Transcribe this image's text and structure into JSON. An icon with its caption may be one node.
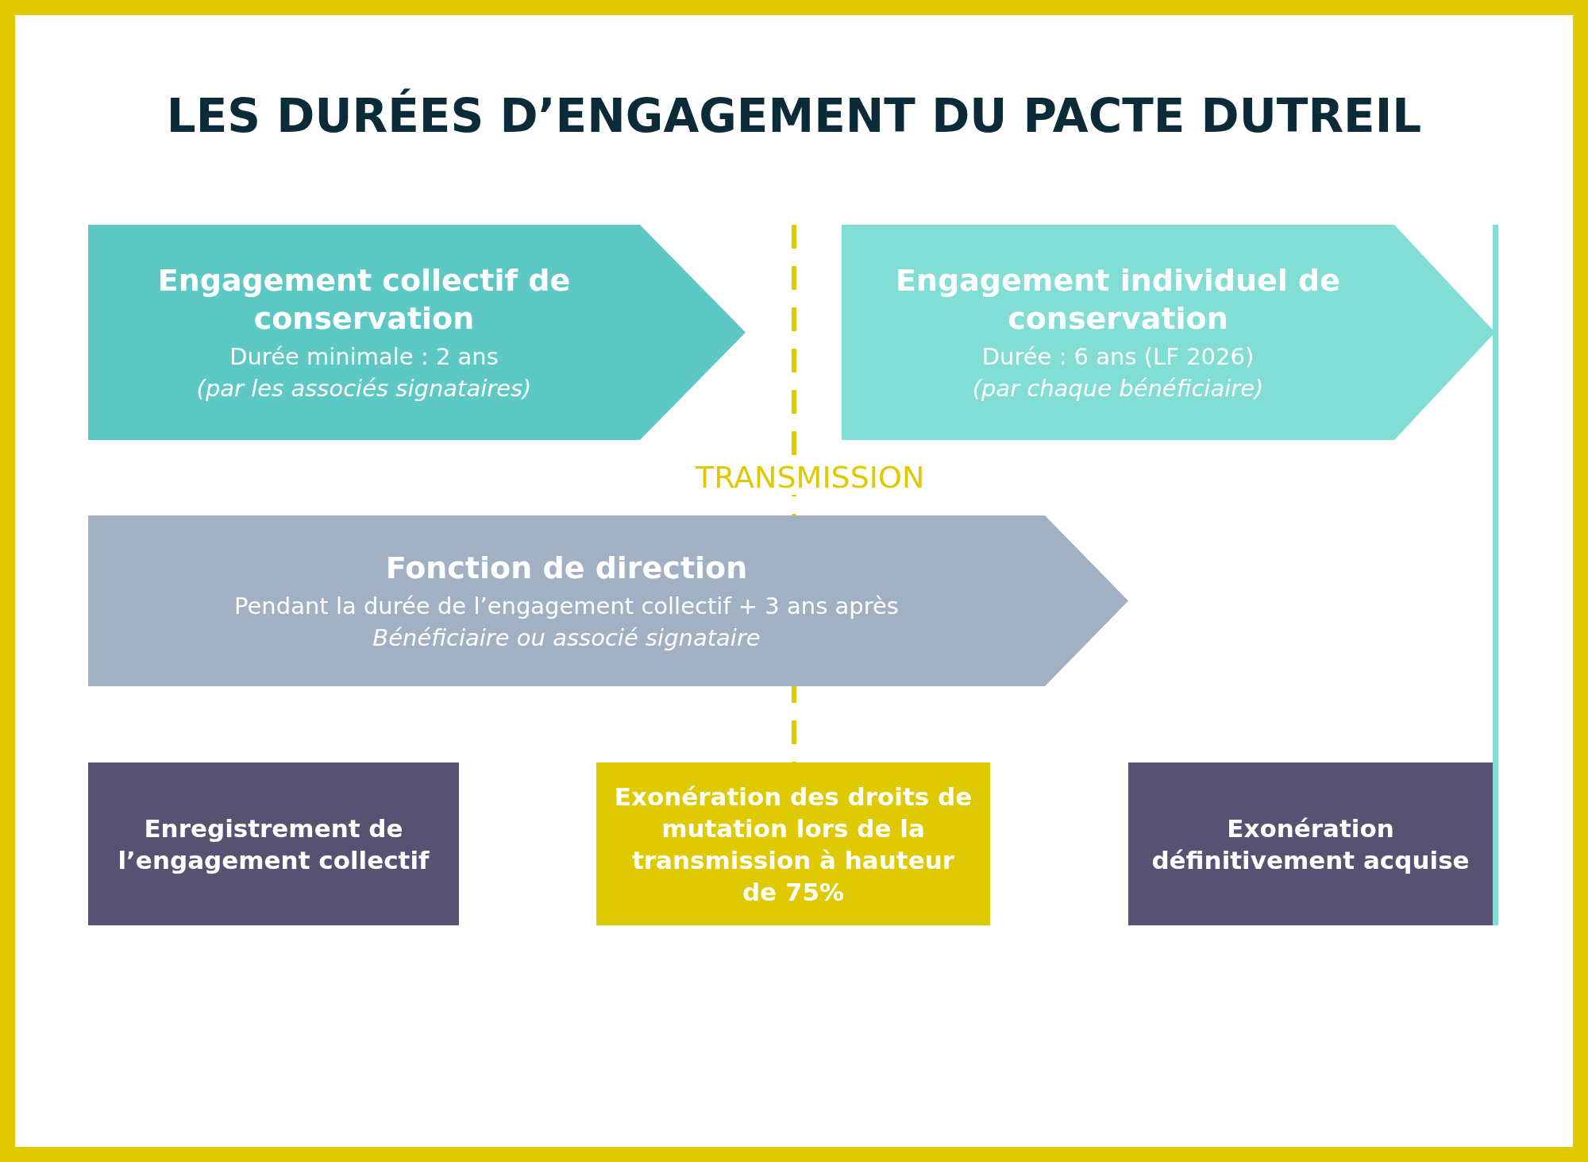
{
  "diagram": {
    "title": "LES DURÉES D’ENGAGEMENT DU PACTE DUTREIL",
    "nodes": [
      {
        "text": [
          "Engagement collectif de conservation",
          "Durée minimale : 2 ans",
          "(par les associés signataires)"
        ]
      },
      {
        "text": [
          "Engagement individuel de conservation",
          "Durée : 6 ans (LF 2026)",
          "(par chaque bénéficiaire)"
        ]
      },
      {
        "text": [
          "Fonction de direction",
          "Pendant la durée de l’engagement collectif + 3 ans après",
          "Bénéficiaire ou associé signataire"
        ]
      },
      {
        "text": [
          "Enregistrement de l’engagement collectif"
        ]
      },
      {
        "text": [
          "Exonération des droits de mutation lors de la transmission à hauteur de 75%"
        ]
      },
      {
        "text": [
          "Exonération définitivement acquise"
        ]
      }
    ],
    "labels": [
      "TRANSMISSION"
    ]
  }
}
